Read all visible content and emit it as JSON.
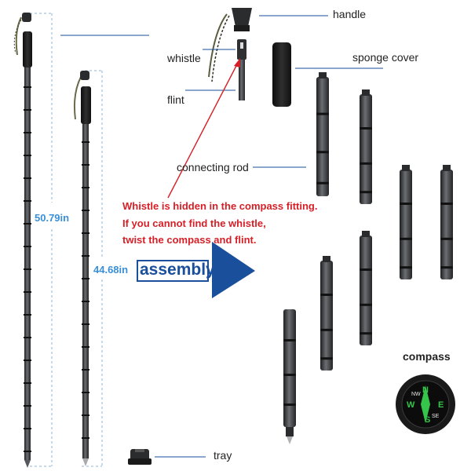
{
  "labels": {
    "handle": "handle",
    "whistle": "whistle",
    "flint": "flint",
    "sponge_cover": "sponge cover",
    "connecting_rod": "connecting rod",
    "compass": "compass",
    "tray": "tray"
  },
  "measurements": {
    "long_pole": "50.79in",
    "short_pole": "44.68in"
  },
  "note": {
    "line1": "Whistle is hidden in the compass fitting.",
    "line2": "If you cannot find the whistle,",
    "line3": "twist the compass and flint."
  },
  "assembly": "assembly",
  "compass_letters": {
    "n": "N",
    "e": "E",
    "s": "S",
    "w": "W",
    "se": "SE",
    "nw": "NW"
  },
  "colors": {
    "pole": "#3b3d40",
    "grip": "#1b1b1b",
    "measure_blue": "#3a8fd9",
    "note_red": "#d61f26",
    "assembly_blue": "#1a4f9c",
    "compass_green": "#35c54a"
  }
}
